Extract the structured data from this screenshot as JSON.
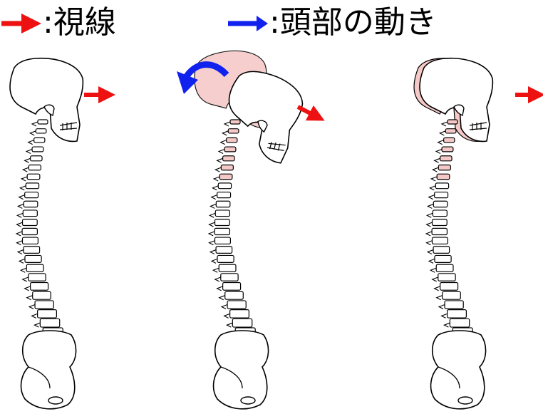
{
  "legend": {
    "gaze": {
      "label": ":視線",
      "color": "#ee1111",
      "icon": "red-arrow-icon"
    },
    "head_motion": {
      "label": ":頭部の動き",
      "color": "#1122ee",
      "icon": "blue-arrow-icon"
    }
  },
  "figures": [
    {
      "name": "neutral-posture",
      "ghost_head": false,
      "head_arrow": false
    },
    {
      "name": "head-tilt-back",
      "ghost_head": true,
      "head_arrow": true
    },
    {
      "name": "forward-head",
      "ghost_head": true,
      "head_arrow": false
    }
  ],
  "colors": {
    "ghost": "#f6c9c9",
    "outline": "#000000"
  }
}
